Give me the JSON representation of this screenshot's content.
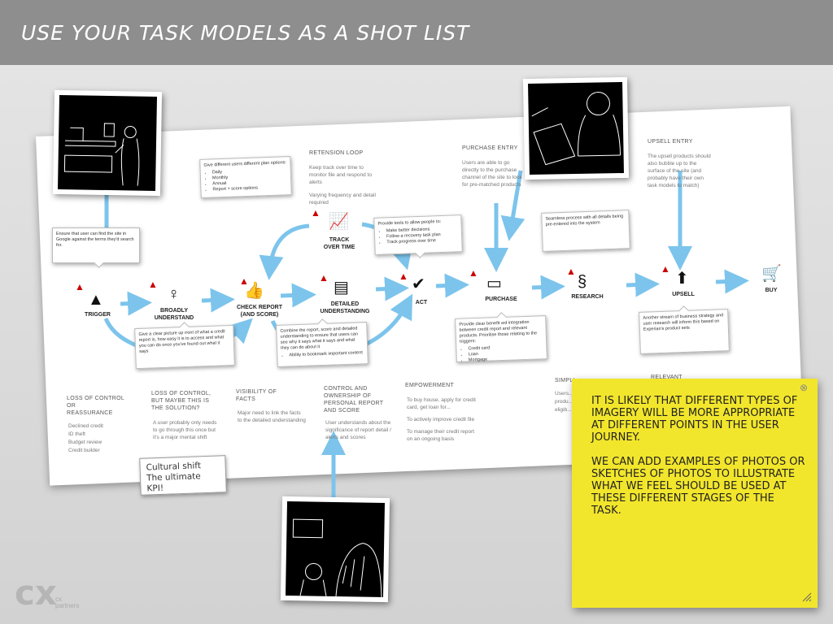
{
  "slide": {
    "title": "USE YOUR TASK MODELS AS A SHOT LIST"
  },
  "stages": [
    {
      "id": "trigger",
      "label": "TRIGGER",
      "icon": "warning-icon"
    },
    {
      "id": "broadly",
      "label": "BROADLY\nUNDERSTAND",
      "icon": "lightbulb-icon"
    },
    {
      "id": "check",
      "label": "CHECK REPORT\n(AND SCORE)",
      "icon": "thumbs-icon"
    },
    {
      "id": "detailed",
      "label": "DETAILED\nUNDERSTANDING",
      "icon": "document-icon"
    },
    {
      "id": "act",
      "label": "ACT",
      "icon": "checkmark-icon"
    },
    {
      "id": "purchase",
      "label": "PURCHASE",
      "icon": "credit-card-icon"
    },
    {
      "id": "research",
      "label": "RESEARCH",
      "icon": "research-icon"
    },
    {
      "id": "upsell",
      "label": "UPSELL",
      "icon": "up-arrow-icon"
    },
    {
      "id": "buy",
      "label": "BUY",
      "icon": "cart-icon"
    },
    {
      "id": "track",
      "label": "TRACK\nOVER TIME",
      "icon": "chart-icon"
    }
  ],
  "notes": {
    "trigger_note": "Ensure that user can find the site in Google against the terms they'd search for.",
    "plan_note_title": "Give different users different plan options:",
    "plan_note_items": [
      "Daily",
      "Monthly",
      "Annual",
      "Report + score options"
    ],
    "tools_note_title": "Provide tools to allow people to:",
    "tools_note_items": [
      "Make better decisions",
      "Follow a recovery task plan",
      "Track progress over time"
    ],
    "seamless_note": "Seamless process with all details being pre-entered into the system",
    "clear_picture_note": "Give a clear picture up front of what a credit report is, how easy it is to access and what you can do once you've found out what it says",
    "combine_note": "Combine the report, score and detailed understanding to ensure that users can see why it says what it says and what they can do about it",
    "combine_note_items": [
      "Ability to bookmark important content"
    ],
    "integration_note": "Provide clear benefit led integration between credit report and relevant products. Prioritise those relating to the triggers:",
    "integration_note_items": [
      "Credit card",
      "Loan",
      "Mortgage"
    ],
    "stream_note": "Another stream of business strategy and user research will inform this based on Experian's product sets"
  },
  "entries": {
    "retension_title": "RETENSION LOOP",
    "retension_text": "Keep track over time to monitor file and respond to alerts",
    "retension_text2": "Varying frequency and detail required",
    "purchase_title": "PURCHASE ENTRY",
    "purchase_text": "Users are able to go directly to the purchase channel of the site to look for pre-matched products",
    "upsell_title": "UPSELL ENTRY",
    "upsell_text": "The upsell products should also bubble up to the surface of the site (and probably have their own task models to match)"
  },
  "columns": [
    {
      "title": "LOSS OF CONTROL\nOR\nREASSURANCE",
      "lines": [
        "Declined credit",
        "ID theft",
        "Budget review",
        "Credit builder"
      ]
    },
    {
      "title": "LOSS OF CONTROL,\nBUT MAYBE THIS IS\nTHE SOLUTION?",
      "lines": [
        "A user probably only needs to go through this once but it's a major mental shift"
      ]
    },
    {
      "title": "VISIBILITY OF\nFACTS",
      "lines": [
        "Major need to link the facts to the detailed understanding"
      ]
    },
    {
      "title": "CONTROL AND\nOWNERSHIP OF\nPERSONAL REPORT\nAND SCORE",
      "lines": [
        "User understands about the significance of report detail / alerts and scores"
      ]
    },
    {
      "title": "EMPOWERMENT",
      "lines": [
        "To buy house, apply for credit card, get loan for...",
        "To actively improve credit file",
        "To manage their credit report on an ongoing basis"
      ]
    },
    {
      "title": "SIMPLI...",
      "lines": [
        "Users...",
        "produ...",
        "eligib..."
      ]
    },
    {
      "title": "RELEVANT",
      "lines": []
    }
  ],
  "handwritten_note": "Cultural shift\nThe ultimate KPI!",
  "sticky": {
    "text": "IT IS LIKELY THAT DIFFERENT TYPES OF IMAGERY WILL BE MORE APPROPRIATE AT DIFFERENT POINTS IN THE USER JOURNEY.\n\nWE CAN ADD EXAMPLES OF PHOTOS OR SKETCHES OF PHOTOS TO ILLUSTRATE WHAT WE FEEL SHOULD BE USED AT THESE DIFFERENT STAGES OF THE TASK."
  },
  "logo": {
    "text": "cx\npartners"
  },
  "colors": {
    "arrow": "#7cc4ec",
    "warning": "#cc0000",
    "sticky": "#f2e62c",
    "header": "#8e8e8e"
  }
}
